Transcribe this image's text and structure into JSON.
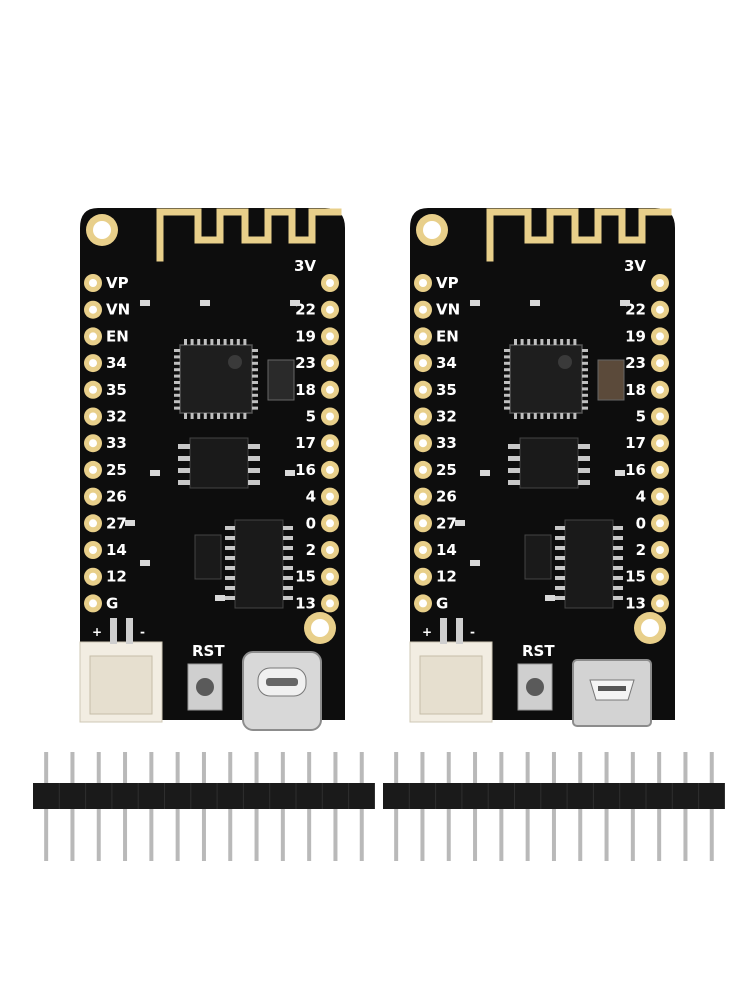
{
  "image": {
    "subject": "product-photo",
    "background_color": "#ffffff"
  },
  "boards": [
    {
      "id": "left",
      "usb_connector": "usb-c",
      "left_pins": [
        "VP",
        "VN",
        "EN",
        "34",
        "35",
        "32",
        "33",
        "25",
        "26",
        "27",
        "14",
        "12",
        "G"
      ],
      "right_pins": [
        "3V",
        "22",
        "19",
        "23",
        "18",
        "5",
        "17",
        "16",
        "4",
        "0",
        "2",
        "15",
        "13"
      ],
      "reset_label": "RST",
      "polarity_plus": "+",
      "polarity_minus": "-"
    },
    {
      "id": "right",
      "usb_connector": "micro-usb",
      "left_pins": [
        "VP",
        "VN",
        "EN",
        "34",
        "35",
        "32",
        "33",
        "25",
        "26",
        "27",
        "14",
        "12",
        "G"
      ],
      "right_pins": [
        "3V",
        "22",
        "19",
        "23",
        "18",
        "5",
        "17",
        "16",
        "4",
        "0",
        "2",
        "15",
        "13"
      ],
      "reset_label": "RST",
      "polarity_plus": "+",
      "polarity_minus": "-"
    }
  ],
  "headers": [
    {
      "id": "header-left",
      "pin_count": 13
    },
    {
      "id": "header-right",
      "pin_count": 13
    }
  ],
  "colors": {
    "pcb": "#0d0d0d",
    "gold_pad": "#e8cf8a",
    "silkscreen": "#ffffff",
    "connector": "#f2ede2",
    "header_plastic": "#1a1a1a",
    "header_pin": "#b9b9b9"
  }
}
